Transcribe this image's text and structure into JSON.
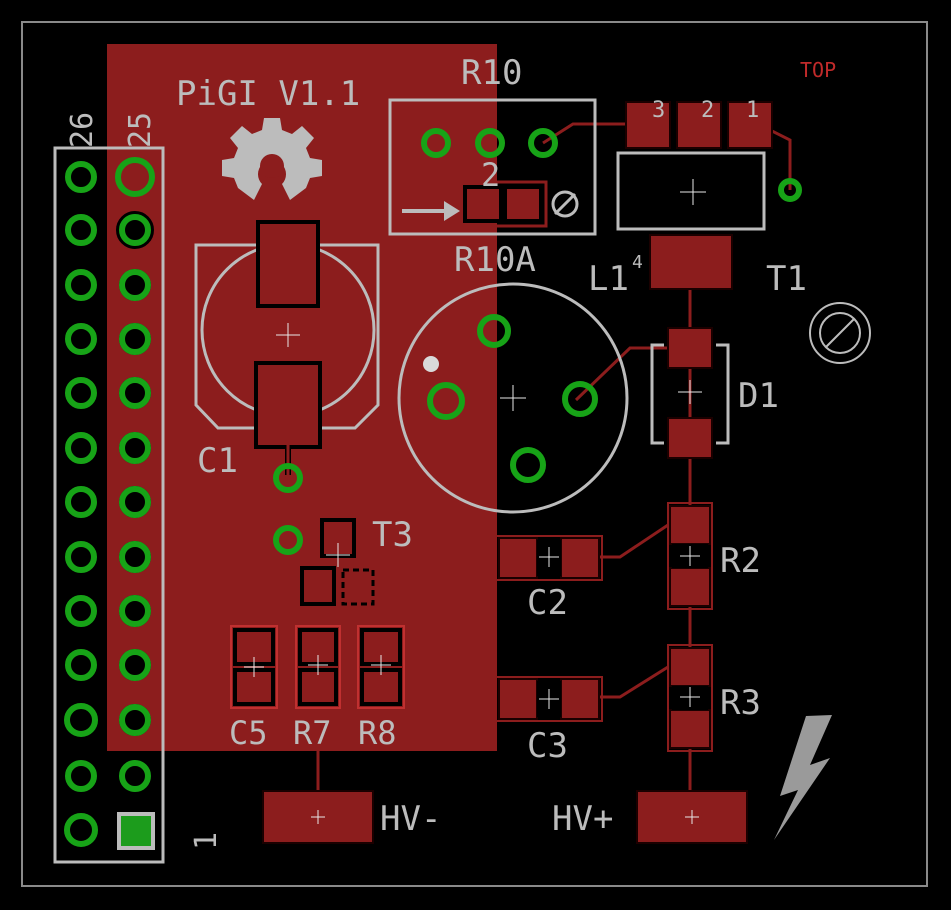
{
  "board": {
    "title": "PiGI V1.1",
    "layer_label": "TOP"
  },
  "labels": {
    "R10": "R10",
    "R10A": "R10A",
    "L1": "L1",
    "T1": "T1",
    "D1": "D1",
    "C1": "C1",
    "T3": "T3",
    "C2": "C2",
    "C3": "C3",
    "R2": "R2",
    "R3": "R3",
    "C5": "C5",
    "R7": "R7",
    "R8": "R8",
    "HVminus": "HV-",
    "HVplus": "HV+",
    "pin25": "25",
    "pin26": "26",
    "pin1": "1",
    "t1_pin3": "3",
    "t1_pin2": "2",
    "t1_pin1": "1",
    "l1_pin4": "4",
    "r10_pin2": "2"
  },
  "colors": {
    "background": "#000000",
    "copper": "#8c1d1d",
    "silkscreen": "#bcbcbc",
    "via": "#17a317",
    "layer_text": "#c02a2a"
  },
  "icons": [
    "open-hardware-gear-icon",
    "high-voltage-icon",
    "fiducial-icon"
  ]
}
